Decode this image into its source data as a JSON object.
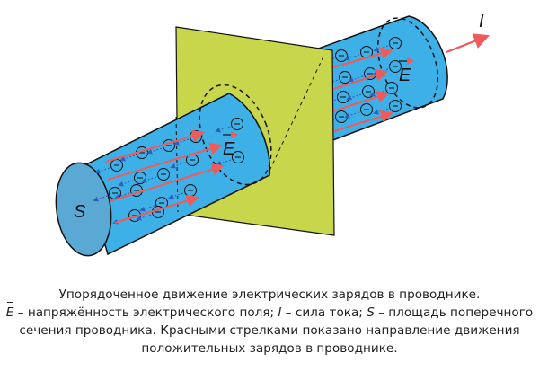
{
  "diagram": {
    "labels": {
      "area": "S",
      "field_left": "E",
      "field_right": "E",
      "current": "I"
    },
    "colors": {
      "conductor_fill": "#3db0e8",
      "conductor_end": "#5aa8d4",
      "plane": "#c7d64a",
      "current_arrow": "#f05a5a",
      "charge_arrow": "#2f5fb8"
    },
    "icons": [
      "electron-charge-icon",
      "current-arrow-icon"
    ]
  },
  "caption": {
    "line1": "Упорядоченное движение электрических зарядов в проводнике.",
    "e_symbol": "E",
    "line2_a": " – напряжённость электрического поля; ",
    "i_symbol": "I",
    "line2_b": " – сила тока; ",
    "s_symbol": "S",
    "line2_c": " – площадь поперечного",
    "line3": "сечения проводника. Красными стрелками показано направление движения",
    "line4": "положительных зарядов в проводнике."
  }
}
